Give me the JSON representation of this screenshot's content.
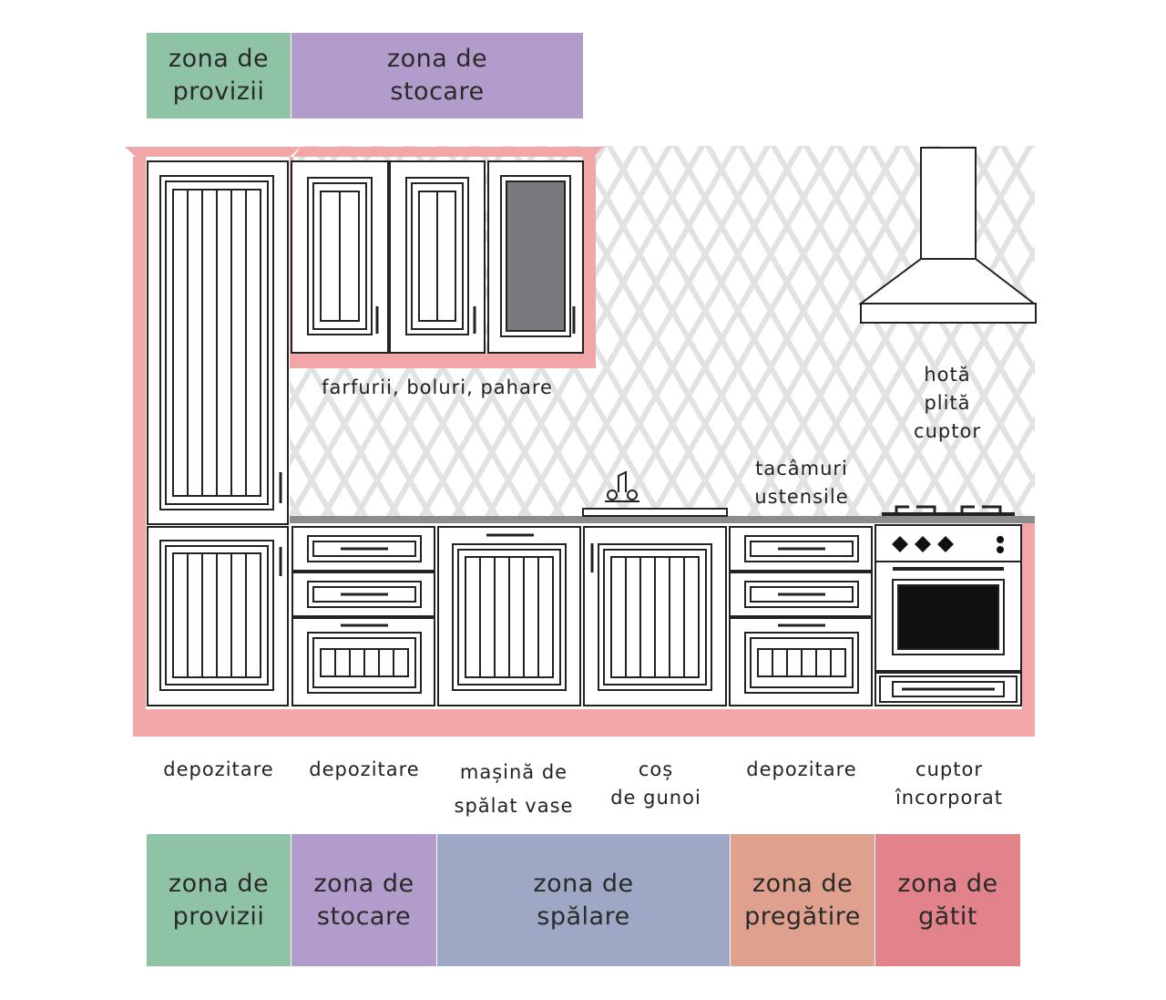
{
  "colors": {
    "provizii": "#8fc3a6",
    "stocare": "#b29ccb",
    "spalare": "#9ea8c5",
    "pregatire": "#dfa08e",
    "gatit": "#e2828b",
    "frame": "#f3a6a8",
    "tile": "#e4e4e4"
  },
  "top_zones": [
    {
      "label": "zona de\nprovizii",
      "color_key": "provizii"
    },
    {
      "label": "zona de\nstocare",
      "color_key": "stocare"
    }
  ],
  "bottom_zones": [
    {
      "label": "zona de\nprovizii",
      "color_key": "provizii"
    },
    {
      "label": "zona de\nstocare",
      "color_key": "stocare"
    },
    {
      "label": "zona de\nspălare",
      "color_key": "spalare"
    },
    {
      "label": "zona de\npregătire",
      "color_key": "pregatire"
    },
    {
      "label": "zona de\ngătit",
      "color_key": "gatit"
    }
  ],
  "annotations": {
    "upper_cabinets": "farfurii, boluri, pahare",
    "hood": "hotă\nplită\ncuptor",
    "prep": "tacâmuri\nustensile"
  },
  "units": [
    {
      "label": "depozitare"
    },
    {
      "label": "depozitare"
    },
    {
      "label": "mașină de\nspălat vase"
    },
    {
      "label": "coș\nde gunoi"
    },
    {
      "label": "depozitare"
    },
    {
      "label": "cuptor\nîncorporat"
    }
  ]
}
